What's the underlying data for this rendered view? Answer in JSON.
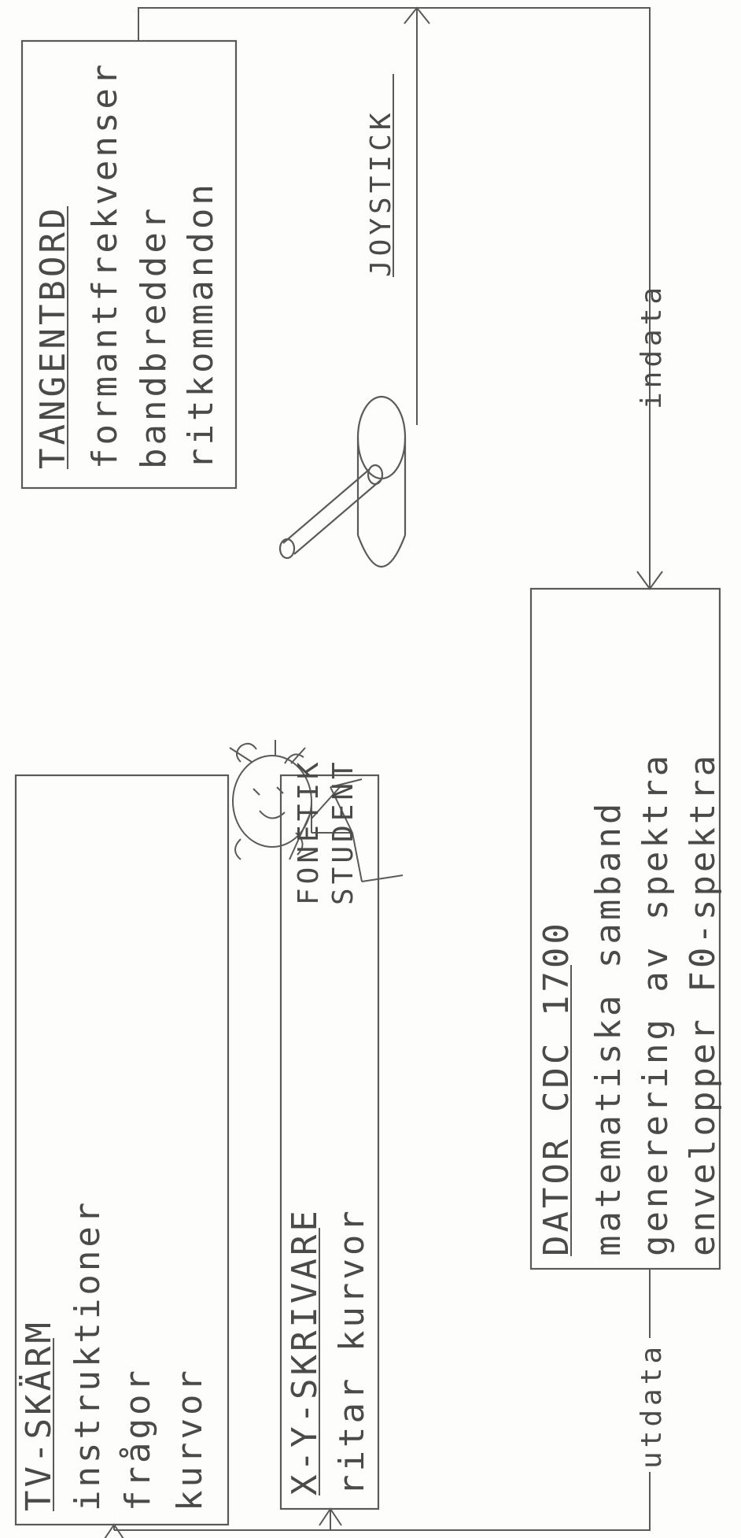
{
  "keyboard": {
    "title": "TANGENTBORD",
    "lines": [
      "formantfrekvenser",
      "bandbredder",
      "ritkommandon"
    ]
  },
  "joystick": {
    "label": "JOYSTICK"
  },
  "student": {
    "line1": "FONETIK",
    "line2": "STUDENT"
  },
  "tv": {
    "title": "TV-SKÄRM",
    "lines": [
      "instruktioner",
      "frågor",
      "kurvor"
    ]
  },
  "plotter": {
    "title": "X-Y-SKRIVARE",
    "lines": [
      "ritar kurvor"
    ]
  },
  "computer": {
    "title": "DATOR CDC 1700",
    "lines": [
      "matematiska samband",
      "generering av spektra",
      "envelopper F0-spektra"
    ]
  },
  "flows": {
    "input": "indata",
    "output": "utdata"
  }
}
